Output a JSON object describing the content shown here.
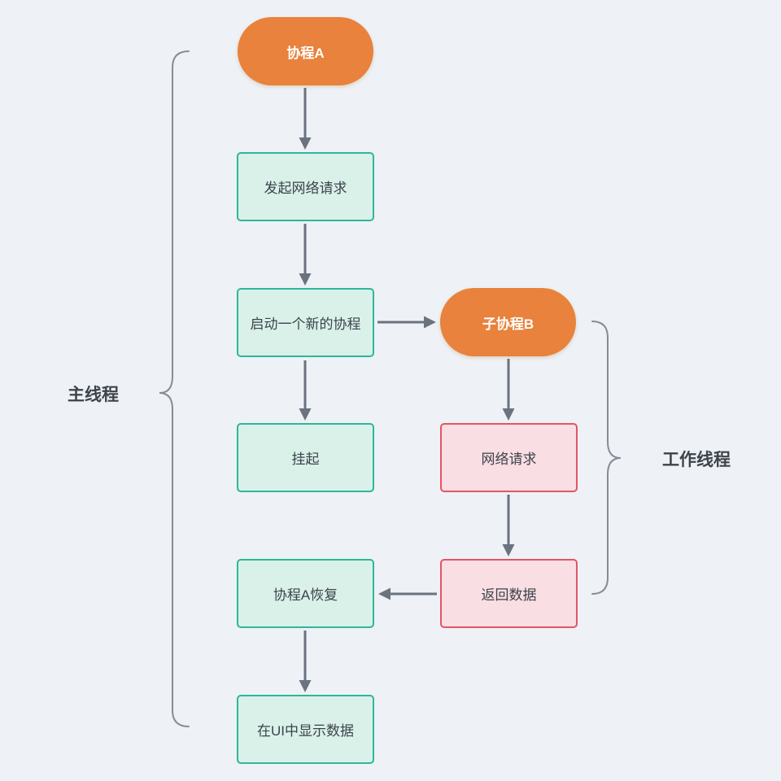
{
  "diagram": {
    "title": "coroutine-thread-flowchart",
    "nodes": {
      "coroutine_a": {
        "label": "协程A",
        "shape": "pill",
        "fill": "#e8823c"
      },
      "send_request": {
        "label": "发起网络请求",
        "shape": "rect",
        "fill": "#d9f1e9",
        "border": "#2db79a"
      },
      "start_coroutine": {
        "label": "启动一个新的协程",
        "shape": "rect",
        "fill": "#d9f1e9",
        "border": "#2db79a"
      },
      "sub_coroutine_b": {
        "label": "子协程B",
        "shape": "pill",
        "fill": "#e8823c"
      },
      "suspend": {
        "label": "挂起",
        "shape": "rect",
        "fill": "#d9f1e9",
        "border": "#2db79a"
      },
      "network_request": {
        "label": "网络请求",
        "shape": "rect",
        "fill": "#f9dee3",
        "border": "#e25565"
      },
      "coroutine_a_resume": {
        "label": "协程A恢复",
        "shape": "rect",
        "fill": "#d9f1e9",
        "border": "#2db79a"
      },
      "return_data": {
        "label": "返回数据",
        "shape": "rect",
        "fill": "#f9dee3",
        "border": "#e25565"
      },
      "show_in_ui": {
        "label": "在UI中显示数据",
        "shape": "rect",
        "fill": "#d9f1e9",
        "border": "#2db79a"
      }
    },
    "annotations": {
      "main_thread": {
        "label": "主线程",
        "side": "left"
      },
      "worker_thread": {
        "label": "工作线程",
        "side": "right"
      }
    },
    "edges": [
      {
        "from": "coroutine_a",
        "to": "send_request",
        "direction": "down"
      },
      {
        "from": "send_request",
        "to": "start_coroutine",
        "direction": "down"
      },
      {
        "from": "start_coroutine",
        "to": "sub_coroutine_b",
        "direction": "right"
      },
      {
        "from": "start_coroutine",
        "to": "suspend",
        "direction": "down"
      },
      {
        "from": "sub_coroutine_b",
        "to": "network_request",
        "direction": "down"
      },
      {
        "from": "network_request",
        "to": "return_data",
        "direction": "down"
      },
      {
        "from": "return_data",
        "to": "coroutine_a_resume",
        "direction": "left"
      },
      {
        "from": "coroutine_a_resume",
        "to": "show_in_ui",
        "direction": "down"
      }
    ],
    "colors": {
      "background": "#eef1f5",
      "arrow": "#6b7280",
      "brace": "#858c96",
      "node_text": "#3d434b",
      "pill_text": "#ffffff"
    }
  }
}
